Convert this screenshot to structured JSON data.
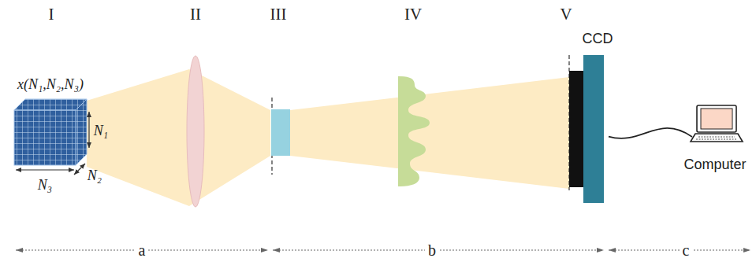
{
  "diagram": {
    "nodes": [
      {
        "text": [
          "CCD"
        ]
      },
      {
        "text": [
          "Computer"
        ]
      }
    ],
    "edges": [
      {
        "from": 0,
        "to": 1,
        "arrow": "none"
      }
    ],
    "labels": [
      "I",
      "II",
      "III",
      "IV",
      "V",
      "x(N₁,N₂,N₃)",
      "N₁",
      "N₂",
      "N₃",
      "a",
      "b",
      "c"
    ]
  }
}
